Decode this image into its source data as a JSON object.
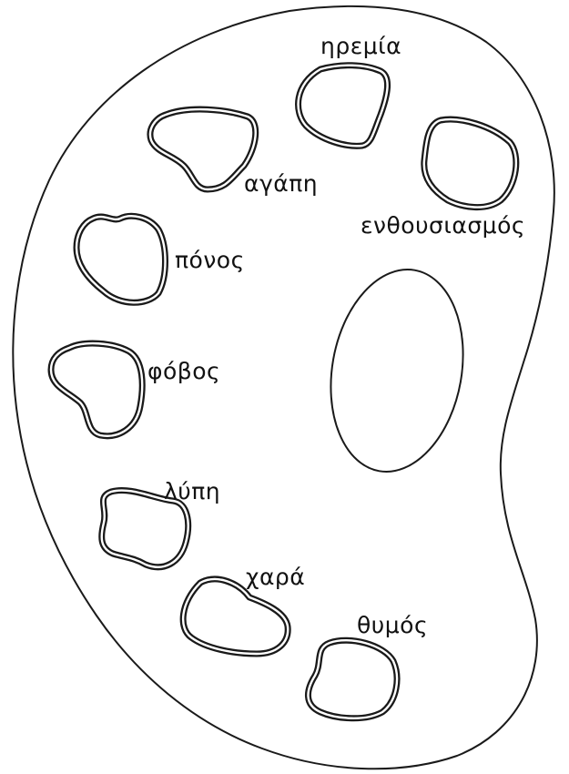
{
  "palette": {
    "outline_color": "#1a1a1a",
    "background_color": "#ffffff",
    "paint_wells": [
      {
        "id": "iremia",
        "label": "ηρεμία"
      },
      {
        "id": "agapi",
        "label": "αγάπη"
      },
      {
        "id": "enthousiasmos",
        "label": "ενθουσιασμός"
      },
      {
        "id": "ponos",
        "label": "πόνος"
      },
      {
        "id": "fovos",
        "label": "φόβος"
      },
      {
        "id": "lypi",
        "label": "λύπη"
      },
      {
        "id": "chara",
        "label": "χαρά"
      },
      {
        "id": "thymos",
        "label": "θυμός"
      }
    ]
  }
}
